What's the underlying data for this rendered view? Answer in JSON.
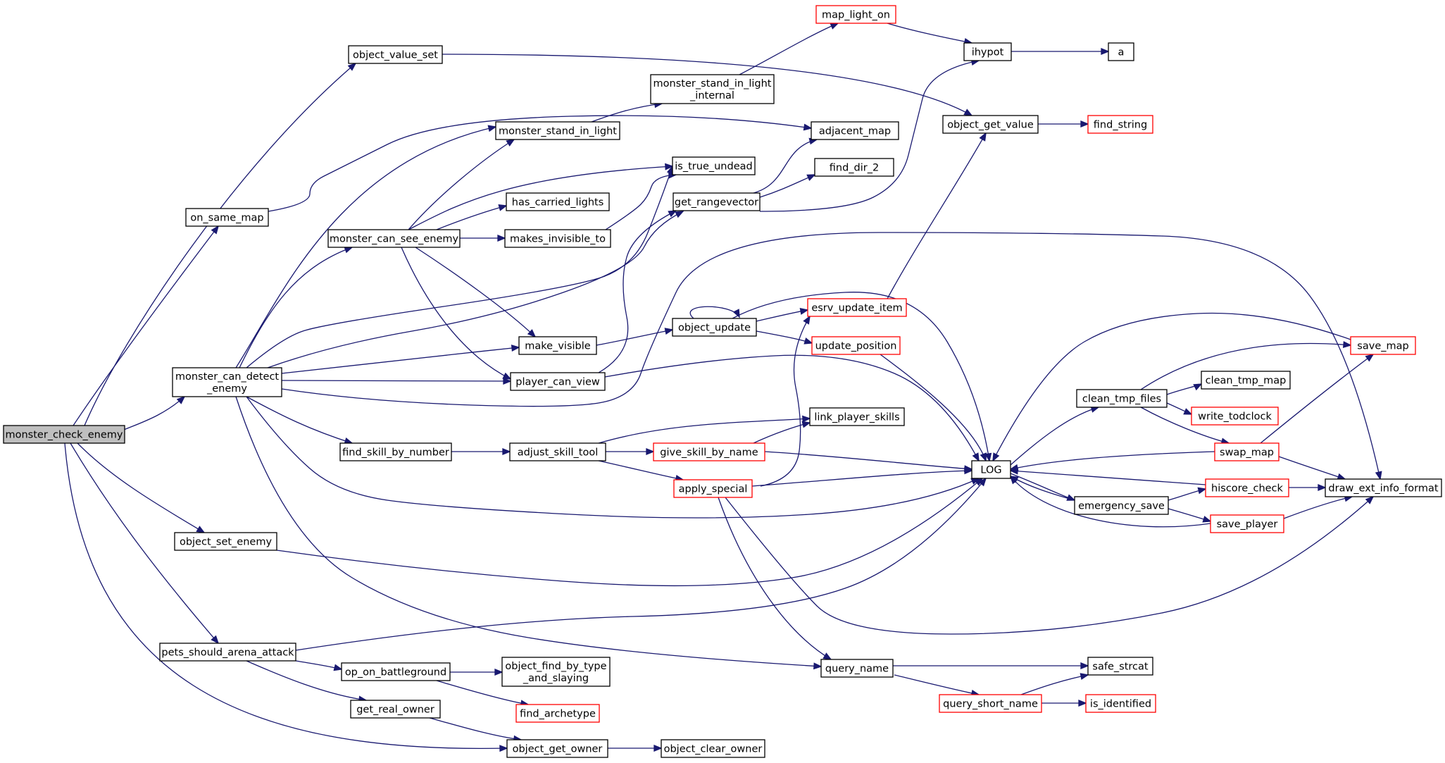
{
  "colors": {
    "edge": "#191970",
    "root_fill": "#bfbfbf",
    "node_border": "#000000",
    "truncated_border": "#ff0000",
    "node_fill": "#ffffff"
  },
  "nodes": [
    {
      "id": "monster_check_enemy",
      "lines": [
        "monster_check_enemy"
      ],
      "kind": "root"
    },
    {
      "id": "object_value_set",
      "lines": [
        "object_value_set"
      ],
      "kind": "normal"
    },
    {
      "id": "on_same_map",
      "lines": [
        "on_same_map"
      ],
      "kind": "normal"
    },
    {
      "id": "monster_can_detect_enemy",
      "lines": [
        "monster_can_detect",
        "_enemy"
      ],
      "kind": "normal"
    },
    {
      "id": "object_set_enemy",
      "lines": [
        "object_set_enemy"
      ],
      "kind": "normal"
    },
    {
      "id": "pets_should_arena_attack",
      "lines": [
        "pets_should_arena_attack"
      ],
      "kind": "normal"
    },
    {
      "id": "monster_can_see_enemy",
      "lines": [
        "monster_can_see_enemy"
      ],
      "kind": "normal"
    },
    {
      "id": "find_skill_by_number",
      "lines": [
        "find_skill_by_number"
      ],
      "kind": "normal"
    },
    {
      "id": "op_on_battleground",
      "lines": [
        "op_on_battleground"
      ],
      "kind": "normal"
    },
    {
      "id": "get_real_owner",
      "lines": [
        "get_real_owner"
      ],
      "kind": "normal"
    },
    {
      "id": "monster_stand_in_light",
      "lines": [
        "monster_stand_in_light"
      ],
      "kind": "normal"
    },
    {
      "id": "has_carried_lights",
      "lines": [
        "has_carried_lights"
      ],
      "kind": "normal"
    },
    {
      "id": "makes_invisible_to",
      "lines": [
        "makes_invisible_to"
      ],
      "kind": "normal"
    },
    {
      "id": "make_visible",
      "lines": [
        "make_visible"
      ],
      "kind": "normal"
    },
    {
      "id": "player_can_view",
      "lines": [
        "player_can_view"
      ],
      "kind": "normal"
    },
    {
      "id": "adjust_skill_tool",
      "lines": [
        "adjust_skill_tool"
      ],
      "kind": "normal"
    },
    {
      "id": "object_find_by_type_and_slaying",
      "lines": [
        "object_find_by_type",
        "_and_slaying"
      ],
      "kind": "normal"
    },
    {
      "id": "find_archetype",
      "lines": [
        "find_archetype"
      ],
      "kind": "truncated"
    },
    {
      "id": "object_get_owner",
      "lines": [
        "object_get_owner"
      ],
      "kind": "normal"
    },
    {
      "id": "monster_stand_in_light_internal",
      "lines": [
        "monster_stand_in_light",
        "_internal"
      ],
      "kind": "normal"
    },
    {
      "id": "is_true_undead",
      "lines": [
        "is_true_undead"
      ],
      "kind": "normal"
    },
    {
      "id": "get_rangevector",
      "lines": [
        "get_rangevector"
      ],
      "kind": "normal"
    },
    {
      "id": "object_update",
      "lines": [
        "object_update"
      ],
      "kind": "normal"
    },
    {
      "id": "give_skill_by_name",
      "lines": [
        "give_skill_by_name"
      ],
      "kind": "truncated"
    },
    {
      "id": "apply_special",
      "lines": [
        "apply_special"
      ],
      "kind": "truncated"
    },
    {
      "id": "object_clear_owner",
      "lines": [
        "object_clear_owner"
      ],
      "kind": "normal"
    },
    {
      "id": "map_light_on",
      "lines": [
        "map_light_on"
      ],
      "kind": "truncated"
    },
    {
      "id": "adjacent_map",
      "lines": [
        "adjacent_map"
      ],
      "kind": "normal"
    },
    {
      "id": "find_dir_2",
      "lines": [
        "find_dir_2"
      ],
      "kind": "normal"
    },
    {
      "id": "esrv_update_item",
      "lines": [
        "esrv_update_item"
      ],
      "kind": "truncated"
    },
    {
      "id": "update_position",
      "lines": [
        "update_position"
      ],
      "kind": "truncated"
    },
    {
      "id": "link_player_skills",
      "lines": [
        "link_player_skills"
      ],
      "kind": "normal"
    },
    {
      "id": "query_name",
      "lines": [
        "query_name"
      ],
      "kind": "normal"
    },
    {
      "id": "query_short_name",
      "lines": [
        "query_short_name"
      ],
      "kind": "truncated"
    },
    {
      "id": "ihypot",
      "lines": [
        "ihypot"
      ],
      "kind": "normal"
    },
    {
      "id": "object_get_value",
      "lines": [
        "object_get_value"
      ],
      "kind": "normal"
    },
    {
      "id": "LOG",
      "lines": [
        "LOG"
      ],
      "kind": "normal"
    },
    {
      "id": "safe_strcat",
      "lines": [
        "safe_strcat"
      ],
      "kind": "normal"
    },
    {
      "id": "a",
      "lines": [
        "a"
      ],
      "kind": "normal"
    },
    {
      "id": "find_string",
      "lines": [
        "find_string"
      ],
      "kind": "truncated"
    },
    {
      "id": "clean_tmp_files",
      "lines": [
        "clean_tmp_files"
      ],
      "kind": "normal"
    },
    {
      "id": "emergency_save",
      "lines": [
        "emergency_save"
      ],
      "kind": "normal"
    },
    {
      "id": "is_identified",
      "lines": [
        "is_identified"
      ],
      "kind": "truncated"
    },
    {
      "id": "clean_tmp_map",
      "lines": [
        "clean_tmp_map"
      ],
      "kind": "normal"
    },
    {
      "id": "write_todclock",
      "lines": [
        "write_todclock"
      ],
      "kind": "truncated"
    },
    {
      "id": "swap_map",
      "lines": [
        "swap_map"
      ],
      "kind": "truncated"
    },
    {
      "id": "hiscore_check",
      "lines": [
        "hiscore_check"
      ],
      "kind": "truncated"
    },
    {
      "id": "save_player",
      "lines": [
        "save_player"
      ],
      "kind": "truncated"
    },
    {
      "id": "save_map",
      "lines": [
        "save_map"
      ],
      "kind": "truncated"
    },
    {
      "id": "draw_ext_info_format",
      "lines": [
        "draw_ext_info_format"
      ],
      "kind": "normal"
    }
  ],
  "edges": [
    {
      "from": "monster_check_enemy",
      "to": "object_value_set"
    },
    {
      "from": "monster_check_enemy",
      "to": "on_same_map"
    },
    {
      "from": "monster_check_enemy",
      "to": "monster_can_detect_enemy"
    },
    {
      "from": "monster_check_enemy",
      "to": "object_set_enemy"
    },
    {
      "from": "monster_check_enemy",
      "to": "pets_should_arena_attack"
    },
    {
      "from": "monster_check_enemy",
      "to": "object_get_owner"
    },
    {
      "from": "object_value_set",
      "to": "object_get_value"
    },
    {
      "from": "on_same_map",
      "to": "adjacent_map"
    },
    {
      "from": "monster_can_detect_enemy",
      "to": "monster_stand_in_light"
    },
    {
      "from": "monster_can_detect_enemy",
      "to": "monster_can_see_enemy"
    },
    {
      "from": "monster_can_detect_enemy",
      "to": "is_true_undead"
    },
    {
      "from": "monster_can_detect_enemy",
      "to": "get_rangevector"
    },
    {
      "from": "monster_can_detect_enemy",
      "to": "make_visible"
    },
    {
      "from": "monster_can_detect_enemy",
      "to": "player_can_view"
    },
    {
      "from": "monster_can_detect_enemy",
      "to": "draw_ext_info_format"
    },
    {
      "from": "monster_can_detect_enemy",
      "to": "find_skill_by_number"
    },
    {
      "from": "monster_can_detect_enemy",
      "to": "LOG"
    },
    {
      "from": "monster_can_detect_enemy",
      "to": "query_name"
    },
    {
      "from": "object_set_enemy",
      "to": "LOG"
    },
    {
      "from": "pets_should_arena_attack",
      "to": "LOG"
    },
    {
      "from": "pets_should_arena_attack",
      "to": "op_on_battleground"
    },
    {
      "from": "pets_should_arena_attack",
      "to": "get_real_owner"
    },
    {
      "from": "monster_can_see_enemy",
      "to": "monster_stand_in_light"
    },
    {
      "from": "monster_can_see_enemy",
      "to": "is_true_undead"
    },
    {
      "from": "monster_can_see_enemy",
      "to": "has_carried_lights"
    },
    {
      "from": "monster_can_see_enemy",
      "to": "makes_invisible_to"
    },
    {
      "from": "monster_can_see_enemy",
      "to": "make_visible"
    },
    {
      "from": "monster_can_see_enemy",
      "to": "player_can_view"
    },
    {
      "from": "find_skill_by_number",
      "to": "adjust_skill_tool"
    },
    {
      "from": "op_on_battleground",
      "to": "object_find_by_type_and_slaying"
    },
    {
      "from": "op_on_battleground",
      "to": "find_archetype"
    },
    {
      "from": "get_real_owner",
      "to": "object_get_owner"
    },
    {
      "from": "monster_stand_in_light",
      "to": "monster_stand_in_light_internal"
    },
    {
      "from": "makes_invisible_to",
      "to": "is_true_undead"
    },
    {
      "from": "make_visible",
      "to": "object_update"
    },
    {
      "from": "player_can_view",
      "to": "get_rangevector"
    },
    {
      "from": "player_can_view",
      "to": "LOG"
    },
    {
      "from": "adjust_skill_tool",
      "to": "link_player_skills"
    },
    {
      "from": "adjust_skill_tool",
      "to": "give_skill_by_name"
    },
    {
      "from": "adjust_skill_tool",
      "to": "apply_special"
    },
    {
      "from": "object_get_owner",
      "to": "object_clear_owner"
    },
    {
      "from": "monster_stand_in_light_internal",
      "to": "map_light_on"
    },
    {
      "from": "get_rangevector",
      "to": "adjacent_map"
    },
    {
      "from": "get_rangevector",
      "to": "find_dir_2"
    },
    {
      "from": "get_rangevector",
      "to": "ihypot"
    },
    {
      "from": "object_update",
      "to": "object_update"
    },
    {
      "from": "object_update",
      "to": "esrv_update_item"
    },
    {
      "from": "object_update",
      "to": "update_position"
    },
    {
      "from": "object_update",
      "to": "LOG"
    },
    {
      "from": "give_skill_by_name",
      "to": "link_player_skills"
    },
    {
      "from": "give_skill_by_name",
      "to": "LOG"
    },
    {
      "from": "apply_special",
      "to": "esrv_update_item"
    },
    {
      "from": "apply_special",
      "to": "LOG"
    },
    {
      "from": "apply_special",
      "to": "query_name"
    },
    {
      "from": "apply_special",
      "to": "draw_ext_info_format"
    },
    {
      "from": "map_light_on",
      "to": "ihypot"
    },
    {
      "from": "esrv_update_item",
      "to": "object_get_value"
    },
    {
      "from": "update_position",
      "to": "LOG"
    },
    {
      "from": "query_name",
      "to": "safe_strcat"
    },
    {
      "from": "query_name",
      "to": "query_short_name"
    },
    {
      "from": "query_short_name",
      "to": "safe_strcat"
    },
    {
      "from": "query_short_name",
      "to": "is_identified"
    },
    {
      "from": "ihypot",
      "to": "a"
    },
    {
      "from": "object_get_value",
      "to": "find_string"
    },
    {
      "from": "LOG",
      "to": "clean_tmp_files"
    },
    {
      "from": "LOG",
      "to": "emergency_save"
    },
    {
      "from": "clean_tmp_files",
      "to": "clean_tmp_map"
    },
    {
      "from": "clean_tmp_files",
      "to": "write_todclock"
    },
    {
      "from": "clean_tmp_files",
      "to": "swap_map"
    },
    {
      "from": "clean_tmp_files",
      "to": "save_map"
    },
    {
      "from": "emergency_save",
      "to": "hiscore_check"
    },
    {
      "from": "emergency_save",
      "to": "save_player"
    },
    {
      "from": "emergency_save",
      "to": "LOG"
    },
    {
      "from": "swap_map",
      "to": "save_map"
    },
    {
      "from": "swap_map",
      "to": "LOG"
    },
    {
      "from": "swap_map",
      "to": "draw_ext_info_format"
    },
    {
      "from": "hiscore_check",
      "to": "LOG"
    },
    {
      "from": "hiscore_check",
      "to": "draw_ext_info_format"
    },
    {
      "from": "save_player",
      "to": "LOG"
    },
    {
      "from": "save_player",
      "to": "draw_ext_info_format"
    },
    {
      "from": "save_map",
      "to": "LOG"
    }
  ]
}
